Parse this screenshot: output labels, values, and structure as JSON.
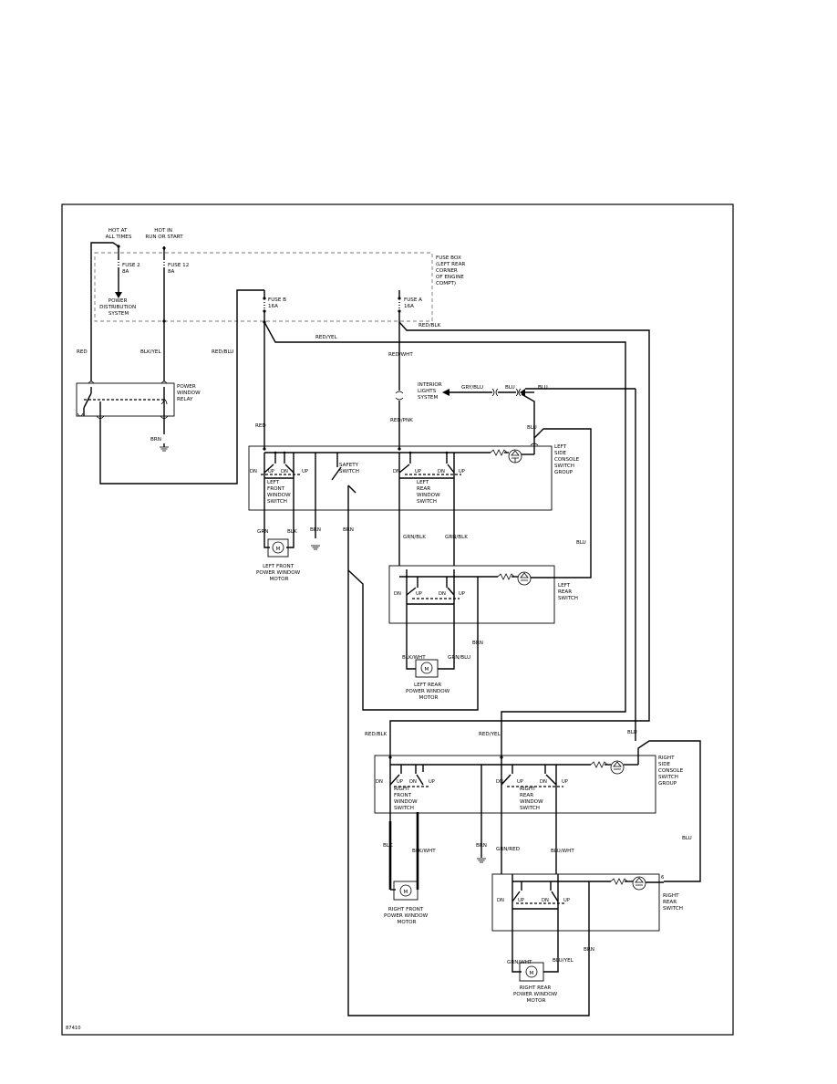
{
  "labels": {
    "hot_always": [
      "HOT AT",
      "ALL TIMES"
    ],
    "hot_run": [
      "HOT IN",
      "RUN OR START"
    ],
    "fuse_box": [
      "FUSE BOX",
      "(LEFT REAR",
      "CORNER",
      "OF ENGINE",
      "COMPT)"
    ],
    "fuse2": [
      "FUSE 2",
      "8A"
    ],
    "fuse12": [
      "FUSE 12",
      "8A"
    ],
    "fuseB": [
      "FUSE B",
      "16A"
    ],
    "fuseA": [
      "FUSE A",
      "16A"
    ],
    "pds": [
      "POWER",
      "DISTRIBUTION",
      "SYSTEM"
    ],
    "pwr_relay": [
      "POWER",
      "WINDOW",
      "RELAY"
    ],
    "interior": [
      "INTERIOR",
      "LIGHTS",
      "SYSTEM"
    ],
    "lsc": [
      "LEFT",
      "SIDE",
      "CONSOLE",
      "SWITCH",
      "GROUP"
    ],
    "rsc": [
      "RIGHT",
      "SIDE",
      "CONSOLE",
      "SWITCH",
      "GROUP"
    ],
    "safety": [
      "SAFETY",
      "SWITCH"
    ],
    "lfws": [
      "LEFT",
      "FRONT",
      "WINDOW",
      "SWITCH"
    ],
    "lrws": [
      "LEFT",
      "REAR",
      "WINDOW",
      "SWITCH"
    ],
    "lrs": [
      "LEFT",
      "REAR",
      "SWITCH"
    ],
    "rfws": [
      "RIGHT",
      "FRONT",
      "WINDOW",
      "SWITCH"
    ],
    "rrws": [
      "RIGHT",
      "REAR",
      "WINDOW",
      "SWITCH"
    ],
    "rrs": [
      "RIGHT",
      "REAR",
      "SWITCH"
    ],
    "lfm": [
      "LEFT FRONT",
      "POWER WINDOW",
      "MOTOR"
    ],
    "lrm": [
      "LEFT REAR",
      "POWER WINDOW",
      "MOTOR"
    ],
    "rfm": [
      "RIGHT FRONT",
      "POWER WINDOW",
      "MOTOR"
    ],
    "rrm": [
      "RIGHT REAR",
      "POWER WINDOW",
      "MOTOR"
    ],
    "dn": "DN",
    "up": "UP",
    "motor": "M",
    "code": "87410"
  },
  "wires": {
    "red": "RED",
    "blk_yel": "BLK/YEL",
    "red_blu": "RED/BLU",
    "red_yel": "RED/YEL",
    "red_blk": "RED/BLK",
    "red_wht": "RED/WHT",
    "red_pnk": "RED/PNK",
    "brn": "BRN",
    "grn": "GRN",
    "blk": "BLK",
    "grn_blu": "GRN/BLU",
    "grn_blk": "GRN/BLK",
    "blu": "BLU",
    "blk_wht": "BLK/WHT",
    "grn_red": "GRN/RED",
    "blu_wht": "BLU/WHT",
    "grn_wht": "GRN/WHT",
    "blu_yel": "BLU/YEL",
    "gry_blu": "GRY/BLU"
  },
  "pins": {
    "six": "6"
  }
}
